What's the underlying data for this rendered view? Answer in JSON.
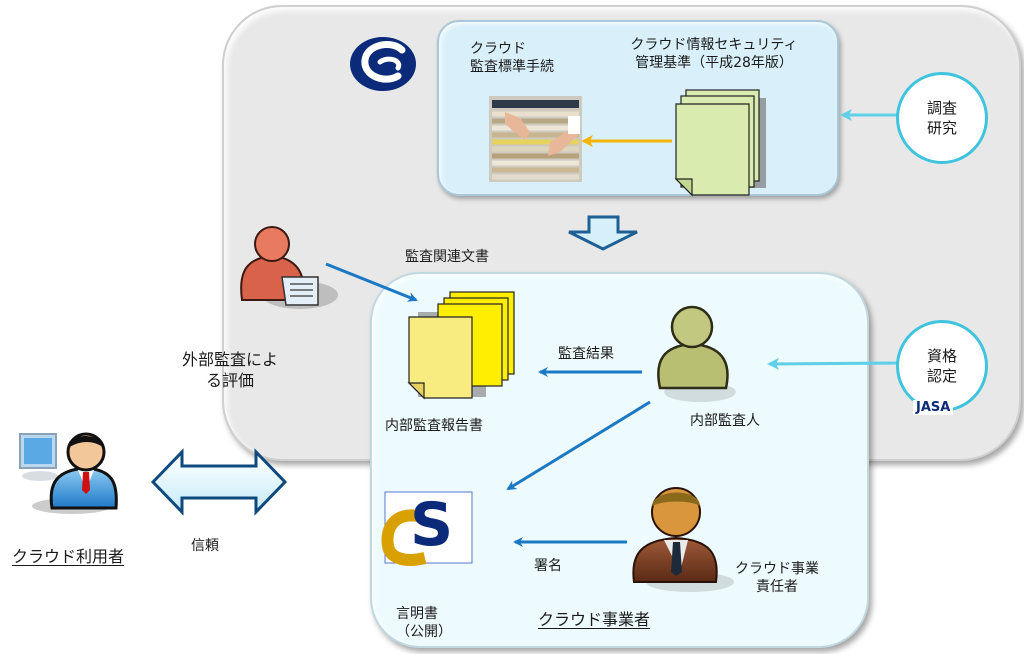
{
  "diagram": {
    "top_box": {
      "procedure_label_line1": "クラウド",
      "procedure_label_line2": "監査標準手続",
      "standard_label_line1": "クラウド情報セキュリティ",
      "standard_label_line2": "管理基準（平成28年版）"
    },
    "research_circle": {
      "line1": "調査",
      "line2": "研究"
    },
    "certification_circle": {
      "line1": "資格",
      "line2": "認定",
      "badge": "JASA"
    },
    "audit_documents_label": "監査関連文書",
    "external_audit_label_line1": "外部監査によ",
    "external_audit_label_line2": "る評価",
    "internal_report_label": "内部監査報告書",
    "audit_result_label": "監査結果",
    "internal_auditor_label": "内部監査人",
    "trust_label": "信頼",
    "cloud_user_label": "クラウド利用者",
    "signature_label": "署名",
    "statement_label_line1": "言明書",
    "statement_label_line2": "（公開）",
    "cloud_operator_label": "クラウド事業者",
    "responsible_label_line1": "クラウド事業",
    "responsible_label_line2": "責任者",
    "logo_letters": {
      "c": "C",
      "s": "S"
    }
  },
  "colors": {
    "outer_box": "#e8e8e8",
    "top_box": "#d9f0fb",
    "inner_box": "#eefbfe",
    "blue_arrow": "#1b78c4",
    "cyan_arrow": "#5fd0e8",
    "orange_arrow": "#f5b400",
    "logo_navy": "#0b2a7a",
    "logo_gold": "#d9a100"
  }
}
